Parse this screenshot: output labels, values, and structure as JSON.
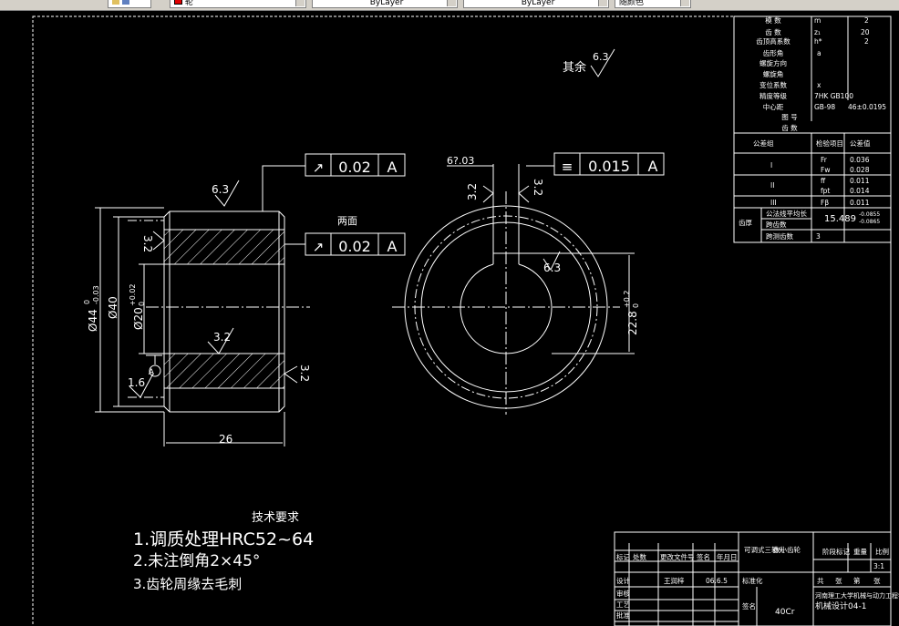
{
  "toolbar": {
    "layer_name": "轮",
    "linetype": "ByLayer",
    "lineweight": "ByLayer",
    "plotstyle": "随颜色"
  },
  "surface_note": {
    "prefix": "其余",
    "value": "6.3"
  },
  "tolerance_frames": [
    {
      "symbol": "↗",
      "value": "0.02",
      "datum": "A"
    },
    {
      "symbol": "↗",
      "value": "0.02",
      "datum": "A"
    },
    {
      "symbol": "≡",
      "value": "0.015",
      "datum": "A"
    }
  ],
  "both_sides_label": "两面",
  "dimensions": {
    "outer_dia": "Ø44",
    "outer_dia_tol_upper": "0",
    "outer_dia_tol_lower": "-0.03",
    "inner_dia": "Ø40",
    "bore_dia": "Ø20",
    "bore_tol_upper": "+0.02",
    "bore_tol_lower": "0",
    "width": "26",
    "keyway_depth": "22.8",
    "keyway_tol_upper": "+0.2",
    "keyway_tol_lower": "0",
    "keyway_width": "6?.03"
  },
  "roughness_values": {
    "top": "6.3",
    "left_top": "3.2",
    "bore": "3.2",
    "left_bottom": "1.6",
    "right_bottom": "3.2",
    "key_left": "3.2",
    "key_right": "3.2",
    "key_bottom": "6.3"
  },
  "datum_label": "A",
  "tech_requirements": {
    "title": "技术要求",
    "items": [
      "1.调质处理HRC52~64",
      "2.未注倒角2×45°",
      "3.齿轮周缘去毛刺"
    ]
  },
  "gear_table": {
    "rows": [
      {
        "label": "模  数",
        "sym": "m",
        "val": "2"
      },
      {
        "label": "齿  数",
        "sym": "z₁",
        "val": "20"
      },
      {
        "label": "齿顶高系数",
        "sym": "h*",
        "val": "2"
      },
      {
        "label": "齿形角",
        "sym": "a",
        "val": ""
      },
      {
        "label": "螺旋方向",
        "sym": "",
        "val": ""
      },
      {
        "label": "螺旋角",
        "sym": "",
        "val": ""
      },
      {
        "label": "变位系数",
        "sym": "x",
        "val": ""
      },
      {
        "label": "精度等级",
        "sym": "7HK GB100",
        "val": ""
      },
      {
        "label": "中心距",
        "sym": "GB-98",
        "val": "46±0.0195"
      },
      {
        "label": "图  号",
        "sym": "",
        "val": ""
      },
      {
        "label": "齿  数",
        "sym": "",
        "val": ""
      }
    ],
    "group_headers": [
      "公差组",
      "检验项目",
      "公差值"
    ],
    "groups": [
      {
        "name": "I",
        "items": [
          {
            "sym": "Fr",
            "val": "0.036"
          },
          {
            "sym": "Fw",
            "val": "0.028"
          }
        ]
      },
      {
        "name": "II",
        "items": [
          {
            "sym": "ff",
            "val": "0.011"
          },
          {
            "sym": "fpt",
            "val": "0.014"
          }
        ]
      },
      {
        "name": "III",
        "items": [
          {
            "sym": "Fβ",
            "val": "0.011"
          }
        ]
      }
    ],
    "tooth": {
      "name": "齿厚",
      "rows": [
        "公法线平均长",
        "跨齿数",
        "跨测齿数"
      ],
      "value": "15.489",
      "tol_upper": "-0.0855",
      "tol_lower": "-0.0865",
      "count": "3"
    }
  },
  "title_block": {
    "headers": [
      "标记",
      "处数",
      "更改文件号",
      "签名",
      "年月日"
    ],
    "roles": [
      "设计",
      "审核",
      "工艺",
      "批准"
    ],
    "designer": "王润梓",
    "date": "06.6.5",
    "material": "40Cr",
    "stage_label": "阶段标记",
    "weight_label": "重量",
    "scale_label": "比例",
    "scale": "3:1",
    "part_name": "可调式三轴头",
    "part_subtitle": "数小齿轮",
    "school": "河南理工大学机械与动力工程学院",
    "drawing_no": "机械设计04-1",
    "sheet_labels": [
      "共",
      "张",
      "第",
      "张"
    ],
    "standardize": "标准化",
    "sheet_label": "签名"
  }
}
